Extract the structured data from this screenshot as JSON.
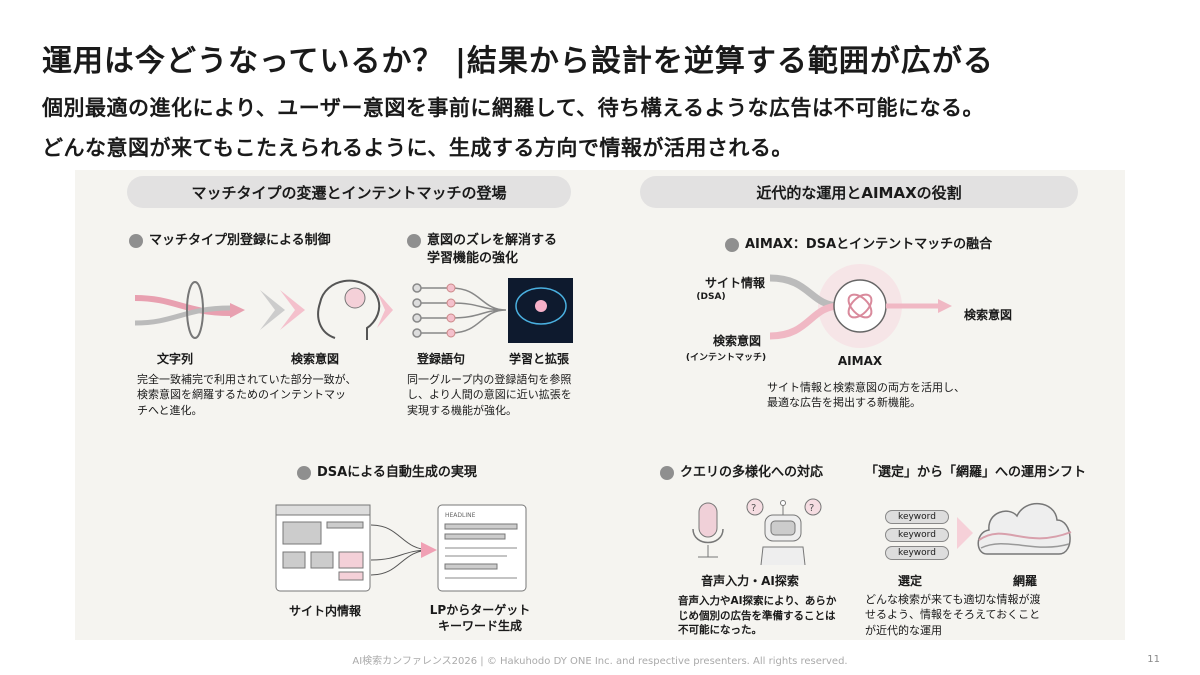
{
  "title": "運用は今どうなっているか？ |結果から設計を逆算する範囲が広がる",
  "subtitle": [
    "個別最適の進化により、ユーザー意図を事前に網羅して、待ち構えるような広告は不可能になる。",
    "どんな意図が来てもこたえられるように、生成する方向で情報が活用される。"
  ],
  "left": {
    "header": "マッチタイプの変遷とインテントマッチの登場",
    "s1": {
      "heading": "マッチタイプ別登録による制御",
      "labels": [
        "文字列",
        "検索意図"
      ],
      "desc": "完全一致補完で利用されていた部分一致が、\n検索意図を網羅するためのインテントマッ\nチへと進化。"
    },
    "s2": {
      "heading": "意図のズレを解消する\n学習機能の強化",
      "labels": [
        "登録語句",
        "学習と拡張"
      ],
      "desc": "同一グループ内の登録語句を参照\nし、より人間の意図に近い拡張を\n実現する機能が強化。"
    },
    "s3": {
      "heading": "DSAによる自動生成の実現",
      "headline": "HEADLINE",
      "labels": [
        "サイト内情報",
        "LPからターゲット\nキーワード生成"
      ]
    }
  },
  "right": {
    "header": "近代的な運用とAIMAXの役割",
    "s1": {
      "heading": "AIMAX：DSAとインテントマッチの融合",
      "in1": "サイト情報",
      "in1sub": "(DSA)",
      "in2": "検索意図",
      "in2sub": "(インテントマッチ)",
      "center": "AIMAX",
      "out": "検索意図",
      "desc": "サイト情報と検索意図の両方を活用し、\n最適な広告を掲出する新機能。"
    },
    "s2": {
      "heading": "クエリの多様化への対応",
      "label": "音声入力・AI探索",
      "desc": "音声入力やAI探索により、あらか\nじめ個別の広告を準備することは\n不可能になった。"
    },
    "s3": {
      "heading": "「選定」から「網羅」への運用シフト",
      "keywords": [
        "keyword",
        "keyword",
        "keyword"
      ],
      "labels": [
        "選定",
        "網羅"
      ],
      "desc": "どんな検索が来ても適切な情報が渡\nせるよう、情報をそろえておくこと\nが近代的な運用"
    }
  },
  "footer": "AI検索カンファレンス2026 | © Hakuhodo DY ONE Inc. and respective presenters. All rights reserved.",
  "page_number": "11",
  "colors": {
    "accent": "#e8a0b0",
    "pill": "#e2e1e1",
    "panel": "#f5f4f0"
  }
}
